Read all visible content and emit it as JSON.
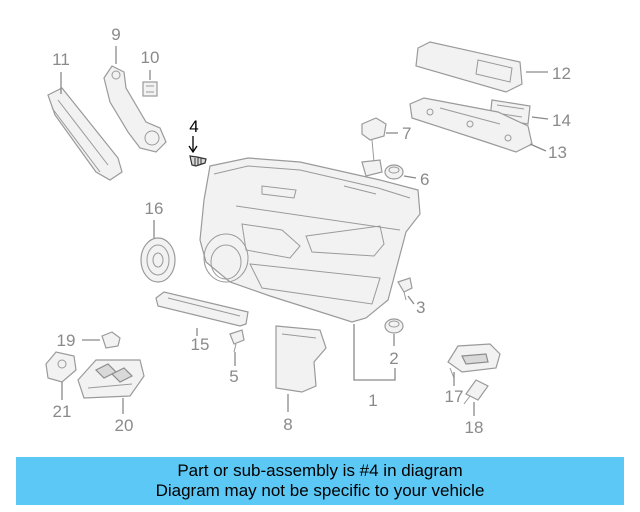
{
  "callouts": {
    "c1": "1",
    "c2": "2",
    "c3": "3",
    "c4": "4",
    "c5": "5",
    "c6": "6",
    "c7": "7",
    "c8": "8",
    "c9": "9",
    "c10": "10",
    "c11": "11",
    "c12": "12",
    "c13": "13",
    "c14": "14",
    "c15": "15",
    "c16": "16",
    "c17": "17",
    "c18": "18",
    "c19": "19",
    "c20": "20",
    "c21": "21"
  },
  "highlighted_part": "4",
  "colors": {
    "banner": "#5bc8f5",
    "callout_text": "#8a8a8a",
    "highlight": "#000000"
  },
  "banner": {
    "line1": "Part or sub-assembly is #4 in diagram",
    "line2": "Diagram may not be specific to your vehicle"
  }
}
